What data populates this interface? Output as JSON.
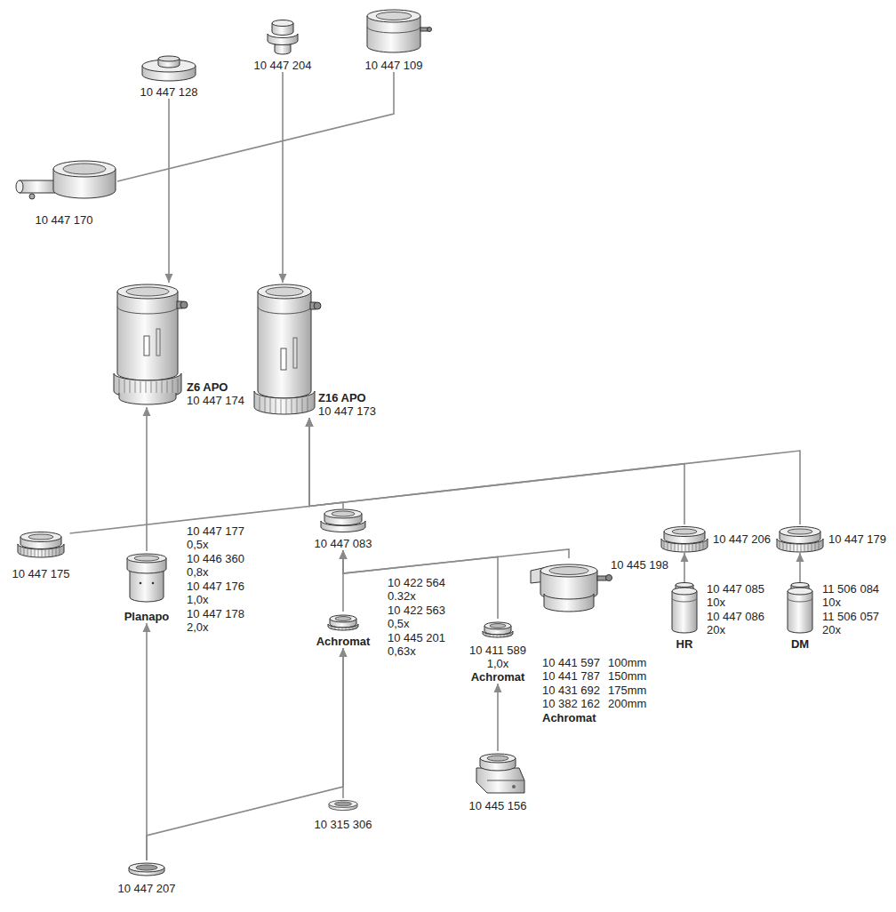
{
  "diagram": {
    "nodes": [
      {
        "text": [
          "10 447 109"
        ]
      },
      {
        "text": [
          "10 447 204"
        ]
      },
      {
        "text": [
          "10 447 128"
        ]
      },
      {
        "text": [
          "10 447 170"
        ]
      },
      {
        "text": [
          "Z6 APO",
          "10 447 174"
        ]
      },
      {
        "text": [
          "Z16 APO",
          "10 447 173"
        ]
      },
      {
        "text": [
          "10 447 206"
        ]
      },
      {
        "text": [
          "10 447 179"
        ]
      },
      {
        "text": [
          "10 447 175"
        ]
      },
      {
        "text": [
          "10 447 083"
        ]
      },
      {
        "text": [
          "Planapo"
        ]
      },
      {
        "text": [
          "HR"
        ]
      },
      {
        "text": [
          "DM"
        ]
      },
      {
        "text": [
          "10 445 198"
        ]
      },
      {
        "text": [
          "Achromat"
        ]
      },
      {
        "text": [
          "10 411 589",
          "1,0x",
          "Achromat"
        ]
      },
      {
        "text": [
          "10 315 306"
        ]
      },
      {
        "text": [
          "10 445 156"
        ]
      },
      {
        "text": [
          "10 447 207"
        ]
      }
    ],
    "edges": [
      {
        "from": 0,
        "to": 3,
        "arrow": "none"
      },
      {
        "from": 2,
        "to": 4,
        "arrow": "to"
      },
      {
        "from": 1,
        "to": 5,
        "arrow": "to"
      },
      {
        "from": 8,
        "to": 5,
        "arrow": "to"
      },
      {
        "from": 9,
        "to": 5,
        "arrow": "to"
      },
      {
        "from": 6,
        "to": 5,
        "arrow": "to"
      },
      {
        "from": 7,
        "to": 5,
        "arrow": "to"
      },
      {
        "from": 10,
        "to": 4,
        "arrow": "to"
      },
      {
        "from": 11,
        "to": 6,
        "arrow": "to"
      },
      {
        "from": 12,
        "to": 7,
        "arrow": "to"
      },
      {
        "from": 14,
        "to": 9,
        "arrow": "to"
      },
      {
        "from": 15,
        "to": 9,
        "arrow": "to"
      },
      {
        "from": 13,
        "to": 9,
        "arrow": "to"
      },
      {
        "from": 17,
        "to": 15,
        "arrow": "to"
      },
      {
        "from": 18,
        "to": 10,
        "arrow": "to"
      },
      {
        "from": 18,
        "to": 14,
        "arrow": "to"
      },
      {
        "from": 16,
        "to": 14,
        "arrow": "to"
      }
    ],
    "labels": [
      "10 447 177",
      "0,5x",
      "10 446 360",
      "0,8x",
      "10 447 176",
      "1,0x",
      "10 447 178",
      "2,0x",
      "10 422 564",
      "0.32x",
      "10 422 563",
      "0,5x",
      "10 445 201",
      "0,63x",
      "10 447 085",
      "10x",
      "10 447 086",
      "20x",
      "11 506 084",
      "10x",
      "11 506 057",
      "20x",
      "10 441 597",
      "100mm",
      "10 441 787",
      "150mm",
      "10 431 692",
      "175mm",
      "10 382 162",
      "200mm",
      "Achromat"
    ]
  }
}
